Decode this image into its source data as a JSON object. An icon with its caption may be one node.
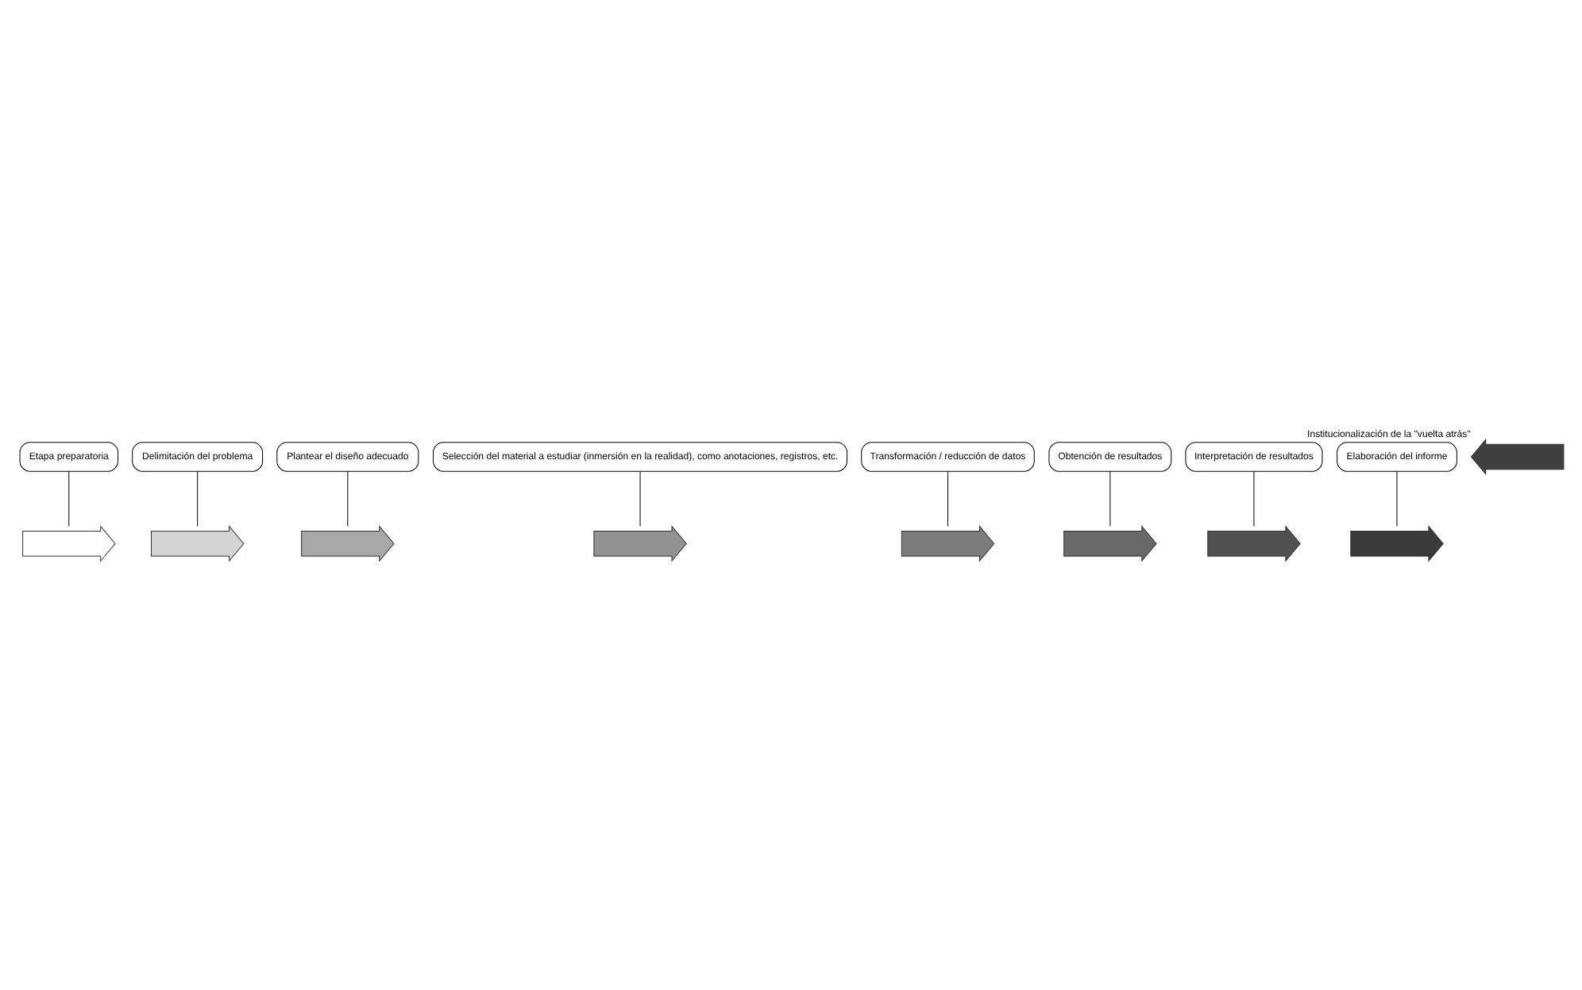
{
  "diagram": {
    "nodes": [
      {
        "text": [
          "Etapa preparatoria"
        ]
      },
      {
        "text": [
          "Delimitación del problema"
        ]
      },
      {
        "text": [
          "Plantear el diseño adecuado"
        ]
      },
      {
        "text": [
          "Selección del material a estudiar (inmersión en la realidad), como anotaciones, registros, etc."
        ]
      },
      {
        "text": [
          "Transformación / reducción de datos"
        ]
      },
      {
        "text": [
          "Obtención de resultados"
        ]
      },
      {
        "text": [
          "Interpretación de resultados"
        ]
      },
      {
        "text": [
          "Elaboración del informe"
        ]
      },
      {
        "text": [],
        "shape": "arrow"
      },
      {
        "text": [],
        "shape": "arrow"
      },
      {
        "text": [],
        "shape": "arrow"
      },
      {
        "text": [],
        "shape": "arrow"
      },
      {
        "text": [],
        "shape": "arrow"
      },
      {
        "text": [],
        "shape": "arrow"
      },
      {
        "text": [],
        "shape": "arrow"
      },
      {
        "text": [],
        "shape": "arrow"
      },
      {
        "text": [],
        "shape": "arrow",
        "beside": [
          "Institucionalización de la \"vuelta atrás\""
        ]
      }
    ],
    "edges": [
      {
        "from": 0,
        "to": 8,
        "arrow": "none"
      },
      {
        "from": 1,
        "to": 9,
        "arrow": "none"
      },
      {
        "from": 2,
        "to": 10,
        "arrow": "none"
      },
      {
        "from": 3,
        "to": 11,
        "arrow": "none"
      },
      {
        "from": 4,
        "to": 12,
        "arrow": "none"
      },
      {
        "from": 5,
        "to": 13,
        "arrow": "none"
      },
      {
        "from": 6,
        "to": 14,
        "arrow": "none"
      },
      {
        "from": 7,
        "to": 15,
        "arrow": "none"
      }
    ]
  }
}
